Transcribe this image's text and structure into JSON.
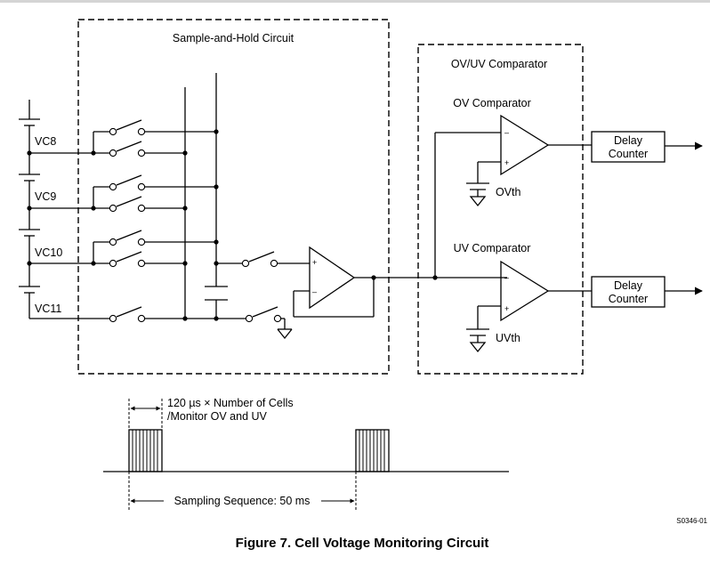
{
  "blocks": {
    "sample_hold": "Sample-and-Hold Circuit",
    "comparator_box": "OV/UV Comparator",
    "ov_comparator": "OV Comparator",
    "uv_comparator": "UV Comparator",
    "delay_line1": "Delay",
    "delay_line2": "Counter"
  },
  "cells": [
    "VC8",
    "VC9",
    "VC10",
    "VC11"
  ],
  "thresholds": {
    "ov": "OVth",
    "uv": "UVth"
  },
  "opamp_signs": {
    "plus": "+",
    "minus": "–"
  },
  "timing": {
    "pulse_label_1": "120 µs × Number of Cells",
    "pulse_label_2": "/Monitor OV and UV",
    "sequence_label": "Sampling Sequence: 50 ms"
  },
  "doc_code": "S0346-01",
  "caption": "Figure 7. Cell Voltage Monitoring Circuit"
}
